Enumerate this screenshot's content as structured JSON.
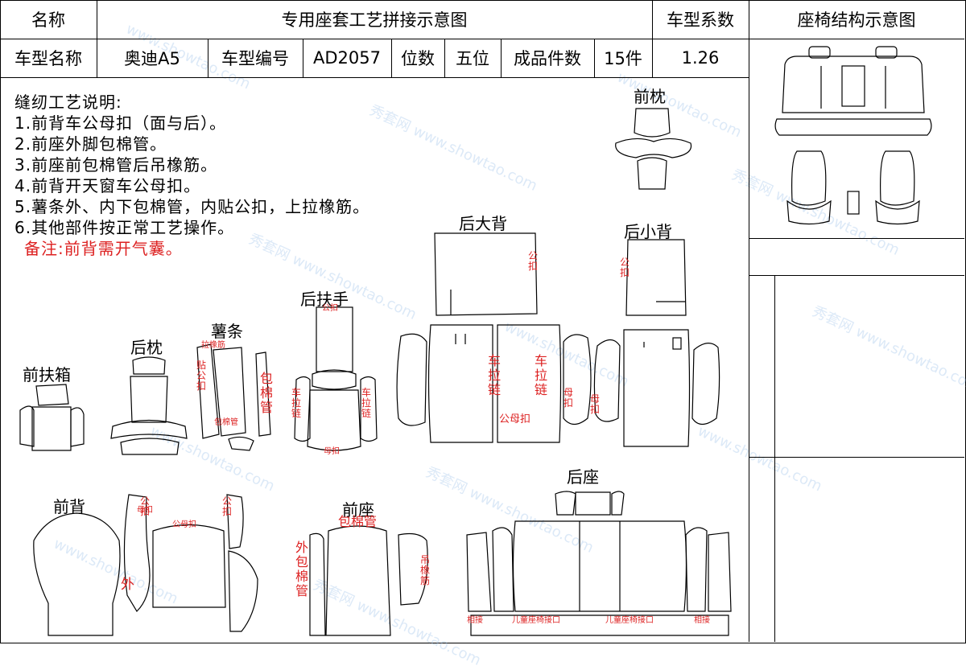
{
  "header": {
    "name_label": "名称",
    "title": "专用座套工艺拼接示意图",
    "coef_label": "车型系数",
    "structure_label": "座椅结构示意图",
    "model_name_label": "车型名称",
    "model_name": "奥迪A5",
    "model_no_label": "车型编号",
    "model_no": "AD2057",
    "seats_label": "位数",
    "seats": "五位",
    "pieces_label": "成品件数",
    "pieces": "15件",
    "coef": "1.26"
  },
  "notes": {
    "title": "缝纫工艺说明:",
    "items": [
      "1.前背车公母扣（面与后）。",
      "2.前座外脚包棉管。",
      "3.前座前包棉管后吊橡筋。",
      "4.前背开天窗车公母扣。",
      "5.薯条外、内下包棉管，内贴公扣，上拉橡筋。",
      "6.其他部件按正常工艺操作。"
    ],
    "remark": "备注:前背需开气囊。"
  },
  "parts": {
    "front_pillow": "前枕",
    "rear_big_back": "后大背",
    "rear_small_back": "后小背",
    "rear_armrest": "后扶手",
    "fries": "薯条",
    "rear_pillow": "后枕",
    "front_armbox": "前扶箱",
    "front_back": "前背",
    "front_seat": "前座",
    "rear_seat": "后座"
  },
  "annotations": {
    "male": "公扣",
    "female": "母扣",
    "pull_elastic": "拉橡筋",
    "stick_male": "贴公扣",
    "wrap_pipe": "包棉管",
    "zipper": "车拉链",
    "female_short": "母扣",
    "male_female": "公母扣",
    "outer": "外",
    "outer_wrap": "外包棉管",
    "hang_elastic": "吊橡筋",
    "front_seat_wrap": "包棉管",
    "child_seat_port": "儿童座椅接口",
    "child_seat_port2": "儿童座椅接口",
    "sewn_left": "相接",
    "sewn_right": "相接"
  },
  "watermark": {
    "url": "www.showtao.com",
    "brand": "秀套网"
  }
}
